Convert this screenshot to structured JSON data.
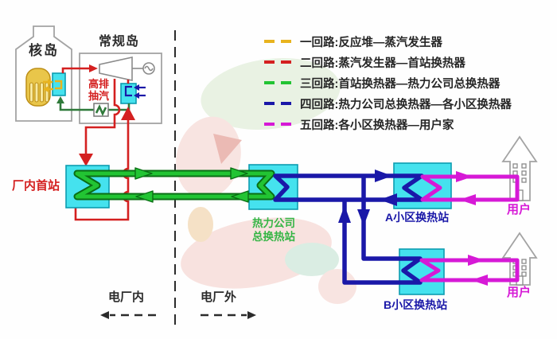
{
  "colors": {
    "circuit1": "#e8b31e",
    "circuit2": "#d42020",
    "circuit3": "#22c433",
    "circuit3_dark": "#0a6e14",
    "circuit4": "#1a18a8",
    "circuit5": "#d619d6",
    "station_fill": "#45e2ee",
    "station_border": "#0d9cb0",
    "feedwater": "#2f7a3a"
  },
  "legend": {
    "items": [
      {
        "name": "circuit-1",
        "color": "#e8b31e",
        "label": "一回路:反应堆—蒸汽发生器"
      },
      {
        "name": "circuit-2",
        "color": "#d42020",
        "label": "二回路:蒸汽发生器—首站换热器"
      },
      {
        "name": "circuit-3",
        "color": "#22c433",
        "label": "三回路:首站换热器—热力公司总换热器"
      },
      {
        "name": "circuit-4",
        "color": "#1a18a8",
        "label": "四回路:热力公司总换热器—各小区换热器"
      },
      {
        "name": "circuit-5",
        "color": "#d619d6",
        "label": "五回路:各小区换热器—用户家"
      }
    ]
  },
  "labels": {
    "nuclear_island": "核岛",
    "conventional_island": "常规岛",
    "hp_extraction_line1": "高排",
    "hp_extraction_line2": "抽汽",
    "plant_first_station": "厂内首站",
    "thermal_company_line1": "热力公司",
    "thermal_company_line2": "总换热站",
    "station_a": "A小区换热站",
    "station_b": "B小区换热站",
    "user_a": "用户",
    "user_b": "用户",
    "inside_plant": "电厂内",
    "outside_plant": "电厂外"
  }
}
